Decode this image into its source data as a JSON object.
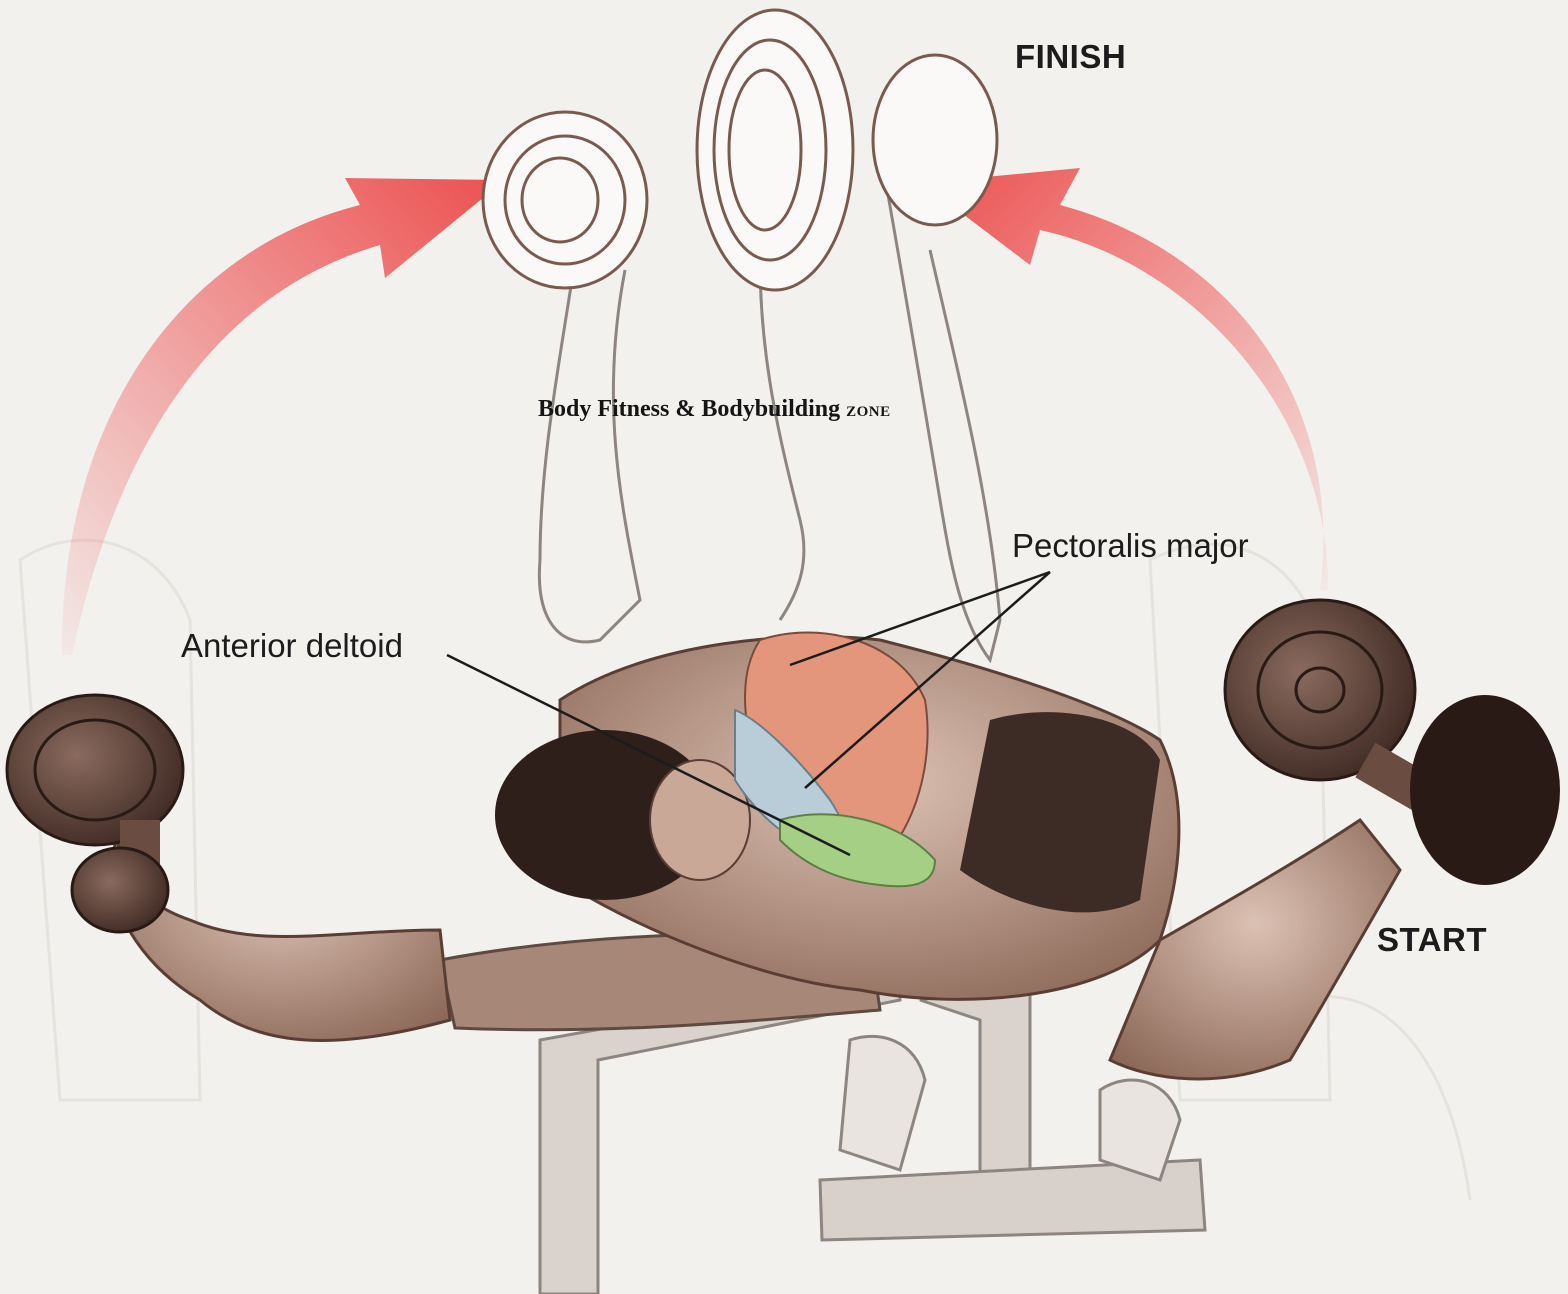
{
  "labels": {
    "finish": "FINISH",
    "start": "START",
    "pectoralis": "Pectoralis major",
    "deltoid": "Anterior deltoid"
  },
  "watermark": {
    "main": "Body Fitness & Bodybuilding",
    "suffix": "ZONE"
  },
  "colors": {
    "arrow": "#ec5050",
    "pectoralis_fill": "#e3967c",
    "deltoid_fill": "#a6cf86",
    "lower_pec_fill": "#b9cdd8",
    "skin": "#c4a08e",
    "dumbbell": "#5a3e34"
  }
}
